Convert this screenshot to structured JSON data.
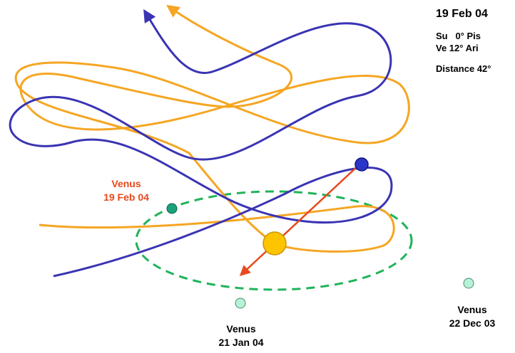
{
  "info": {
    "date": "19 Feb 04",
    "sun_position": "Su   0° Pis",
    "venus_position": "Ve 12° Ari",
    "distance": "Distance 42°"
  },
  "labels": {
    "venus_current": {
      "name": "Venus",
      "date": "19 Feb 04"
    },
    "venus_jan": {
      "name": "Venus",
      "date": "21 Jan 04"
    },
    "venus_dec": {
      "name": "Venus",
      "date": "22 Dec 03"
    }
  },
  "colors": {
    "earth_orbit": "#f5a623",
    "venus_orbit": "#3a34b3",
    "venus_heliocentric_orbit": "#1fb35a",
    "sun": "#ffc400",
    "sightline": "#e8491d",
    "venus_marker_current": "#1aa37a",
    "venus_marker_past": "#b7f2d6",
    "earth_body": "#2d35c9"
  }
}
